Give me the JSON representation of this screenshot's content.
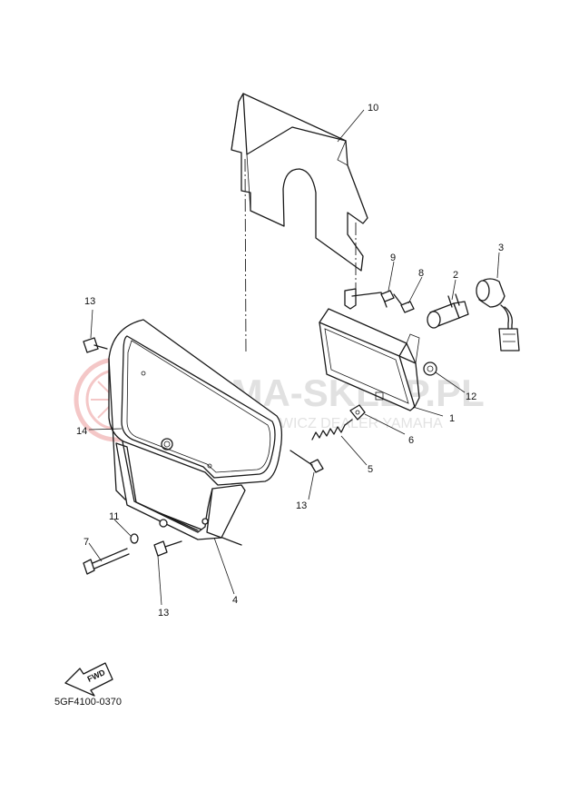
{
  "diagram": {
    "callouts": [
      {
        "id": "c1",
        "label": "1"
      },
      {
        "id": "c2",
        "label": "2"
      },
      {
        "id": "c3",
        "label": "3"
      },
      {
        "id": "c4",
        "label": "4"
      },
      {
        "id": "c5",
        "label": "5"
      },
      {
        "id": "c6",
        "label": "6"
      },
      {
        "id": "c7",
        "label": "7"
      },
      {
        "id": "c8",
        "label": "8"
      },
      {
        "id": "c9",
        "label": "9"
      },
      {
        "id": "c10",
        "label": "10"
      },
      {
        "id": "c11",
        "label": "11"
      },
      {
        "id": "c12",
        "label": "12"
      },
      {
        "id": "c13a",
        "label": "13"
      },
      {
        "id": "c13b",
        "label": "13"
      },
      {
        "id": "c13c",
        "label": "13"
      },
      {
        "id": "c14",
        "label": "14"
      }
    ],
    "fwd_label": "FWD",
    "diagram_code": "5GF4100-0370"
  },
  "watermark": {
    "title": "YAMA-SKLEP.PL",
    "subtitle": "WOJCIECH JAWICZ DEALER YAMAHA",
    "color": "#e06060"
  }
}
